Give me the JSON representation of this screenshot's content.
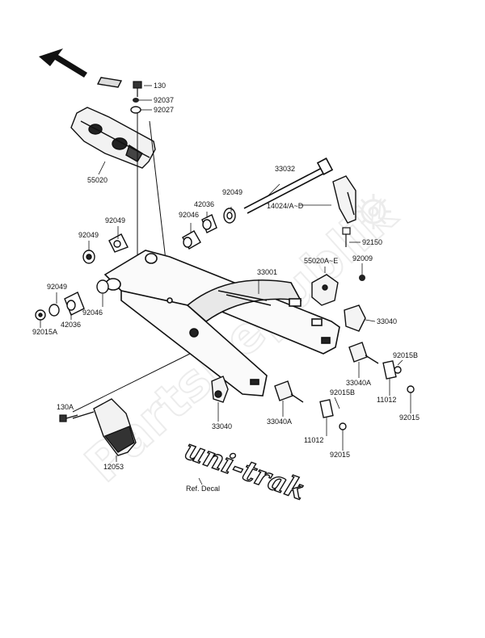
{
  "diagram": {
    "labels": {
      "p130": "130",
      "p92037": "92037",
      "p92027": "92027",
      "p55020": "55020",
      "p33032": "33032",
      "p14024": "14024/A~D",
      "p92150": "92150",
      "p92049_a": "92049",
      "p92049_b": "92049",
      "p92049_c": "92049",
      "p92049_d": "92049",
      "p42036_a": "42036",
      "p42036_b": "42036",
      "p92046_a": "92046",
      "p92046_b": "92046",
      "p33001": "33001",
      "p55020A": "55020A~E",
      "p92009": "92009",
      "p33040_a": "33040",
      "p33040_b": "33040",
      "p92015A": "92015A",
      "p92015B_a": "92015B",
      "p92015B_b": "92015B",
      "p92015_a": "92015",
      "p92015_b": "92015",
      "p33040A_a": "33040A",
      "p33040A_b": "33040A",
      "p11012_a": "11012",
      "p11012_b": "11012",
      "p130A": "130A",
      "p12053": "12053",
      "ref_decal": "Ref. Decal"
    },
    "decal_text": "uni-trak",
    "watermark": "PartsRepublik"
  }
}
